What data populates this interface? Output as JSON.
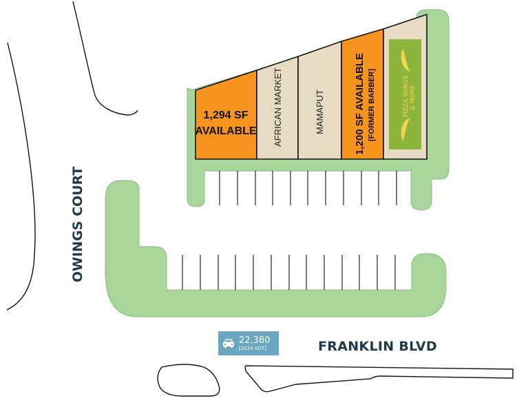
{
  "map": {
    "type": "site-plan",
    "colors": {
      "landscape": "#a8d59a",
      "landscape_stroke": "#8fba82",
      "available": "#f7941d",
      "occupied": "#e7dcc3",
      "tenant_sign_bg": "#8db53c",
      "tenant_sign_fg": "#f3d64a",
      "road_label": "#1f3a4d",
      "traffic_badge": "#6aa6c2",
      "outline": "#111111"
    },
    "units": [
      {
        "id": "unit-1",
        "status": "available",
        "line1": "1,294 SF",
        "line2": "AVAILABLE"
      },
      {
        "id": "unit-2",
        "status": "occupied",
        "label": "AFRICAN MARKET"
      },
      {
        "id": "unit-3",
        "status": "occupied",
        "label": "MAMAPUT"
      },
      {
        "id": "unit-4",
        "status": "available",
        "line1": "1,200 SF AVAILABLE",
        "line2": "[FORMER BARBER]"
      },
      {
        "id": "unit-5",
        "status": "occupied",
        "label_line1": "PIZZA WINGS",
        "label_line2": "& MORE"
      }
    ],
    "roads": {
      "bottom": "FRANKLIN BLVD",
      "left": "OWINGS COURT"
    },
    "traffic": {
      "icon": "car-icon",
      "count": "22,380",
      "note": "[2024 ADT]"
    }
  }
}
